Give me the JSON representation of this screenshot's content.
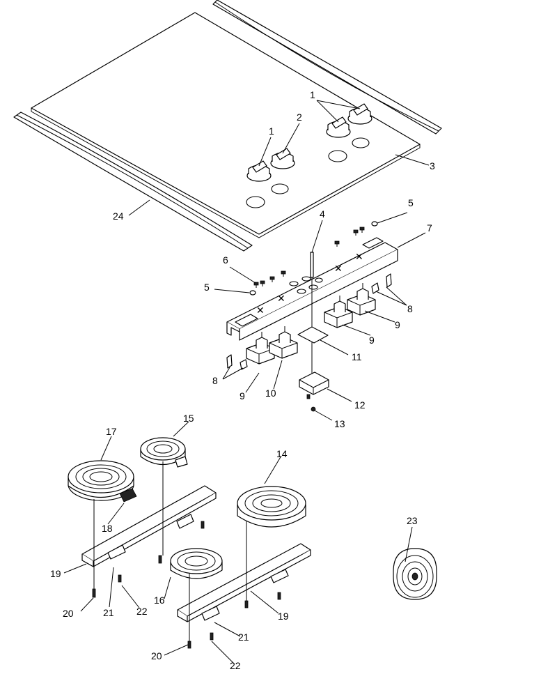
{
  "callouts": [
    {
      "id": "c1a",
      "text": "1"
    },
    {
      "id": "c1b",
      "text": "1"
    },
    {
      "id": "c2",
      "text": "2"
    },
    {
      "id": "c3",
      "text": "3"
    },
    {
      "id": "c4",
      "text": "4"
    },
    {
      "id": "c5a",
      "text": "5"
    },
    {
      "id": "c5b",
      "text": "5"
    },
    {
      "id": "c6",
      "text": "6"
    },
    {
      "id": "c7",
      "text": "7"
    },
    {
      "id": "c8a",
      "text": "8"
    },
    {
      "id": "c8b",
      "text": "8"
    },
    {
      "id": "c9a",
      "text": "9"
    },
    {
      "id": "c9b",
      "text": "9"
    },
    {
      "id": "c9c",
      "text": "9"
    },
    {
      "id": "c10",
      "text": "10"
    },
    {
      "id": "c11",
      "text": "11"
    },
    {
      "id": "c12",
      "text": "12"
    },
    {
      "id": "c13",
      "text": "13"
    },
    {
      "id": "c14",
      "text": "14"
    },
    {
      "id": "c15",
      "text": "15"
    },
    {
      "id": "c16",
      "text": "16"
    },
    {
      "id": "c17",
      "text": "17"
    },
    {
      "id": "c18",
      "text": "18"
    },
    {
      "id": "c19a",
      "text": "19"
    },
    {
      "id": "c19b",
      "text": "19"
    },
    {
      "id": "c20a",
      "text": "20"
    },
    {
      "id": "c20b",
      "text": "20"
    },
    {
      "id": "c21a",
      "text": "21"
    },
    {
      "id": "c21b",
      "text": "21"
    },
    {
      "id": "c22a",
      "text": "22"
    },
    {
      "id": "c22b",
      "text": "22"
    },
    {
      "id": "c23",
      "text": "23"
    },
    {
      "id": "c24",
      "text": "24"
    }
  ]
}
